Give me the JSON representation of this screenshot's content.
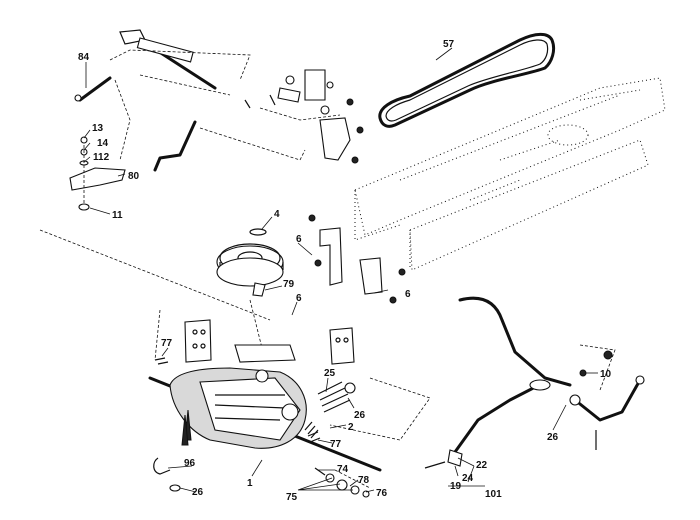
{
  "callouts": {
    "c57": "57",
    "c84": "84",
    "c13": "13",
    "c14": "14",
    "c112": "112",
    "c80": "80",
    "c11": "11",
    "c4": "4",
    "c6a": "6",
    "c6b": "6",
    "c6c": "6",
    "c79": "79",
    "c77a": "77",
    "c25": "25",
    "c26a": "26",
    "c2": "2",
    "c77b": "77",
    "c96": "96",
    "c26b": "26",
    "c1": "1",
    "c74": "74",
    "c78": "78",
    "c75": "75",
    "c76": "76",
    "c10": "10",
    "c26c": "26",
    "c22": "22",
    "c24": "24",
    "c19": "19",
    "c101": "101"
  }
}
